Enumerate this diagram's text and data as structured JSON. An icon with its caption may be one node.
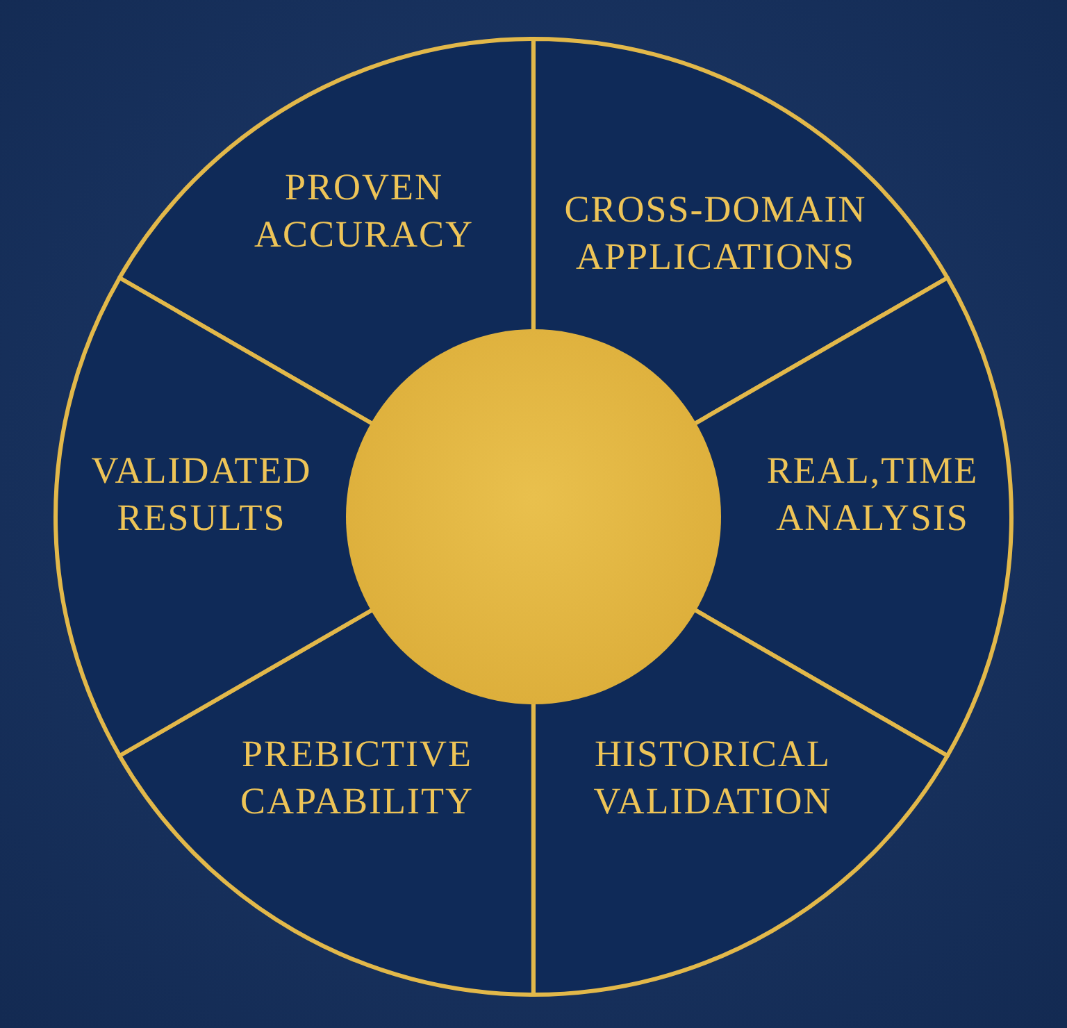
{
  "diagram": {
    "nodes": [
      {
        "text": [
          "PROVEN ACCURACY"
        ]
      },
      {
        "text": [
          "CROSS-DOMAIN APPLICATIONS"
        ]
      },
      {
        "text": [
          "REAL,TIME ANALYSIS"
        ]
      },
      {
        "text": [
          "HISTORICAL VALIDATION"
        ]
      },
      {
        "text": [
          "PREBICTIVE CAPABILITY"
        ]
      },
      {
        "text": [
          "VALIDATED RESULTS"
        ]
      },
      {
        "text": [],
        "shape": "circle"
      }
    ]
  }
}
